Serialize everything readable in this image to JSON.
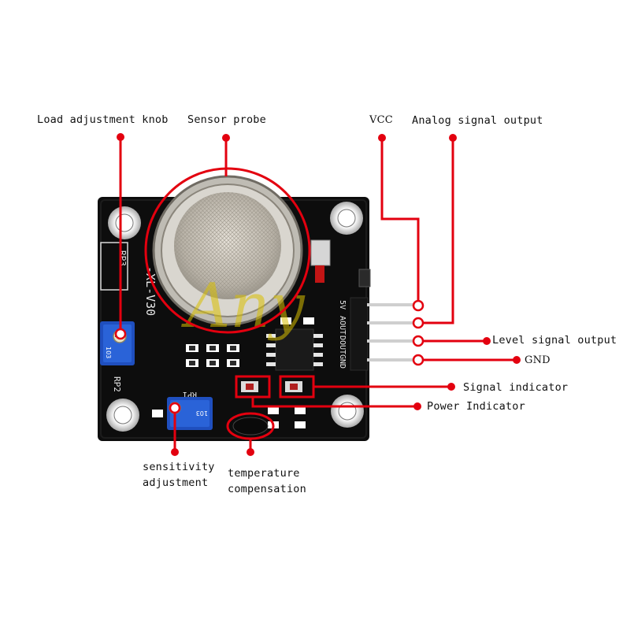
{
  "colors": {
    "callout": "#e3000f",
    "board": "#0d0d0d",
    "pot_blue": "#1f4fbf",
    "pin_metal": "#c8c8c8",
    "watermark": "#d8c000"
  },
  "board": {
    "model_silk": "-XL-V30",
    "pin_labels": [
      "5V",
      "AOUT",
      "DOUT",
      "GND"
    ],
    "pot_labels": [
      "RP3",
      "RP2",
      "RP1"
    ],
    "pot_codes": [
      "103",
      "103"
    ],
    "watermark": "Any"
  },
  "labels": {
    "load_knob": "Load adjustment knob",
    "sensor_probe": "Sensor probe",
    "vcc": "VCC",
    "analog_out": "Analog signal output",
    "level_out": "Level signal output",
    "gnd": "GND",
    "signal_ind": "Signal indicator",
    "power_ind": "Power Indicator",
    "sens_adj_1": "sensitivity",
    "sens_adj_2": "adjustment",
    "temp_comp_1": "temperature",
    "temp_comp_2": "compensation"
  }
}
